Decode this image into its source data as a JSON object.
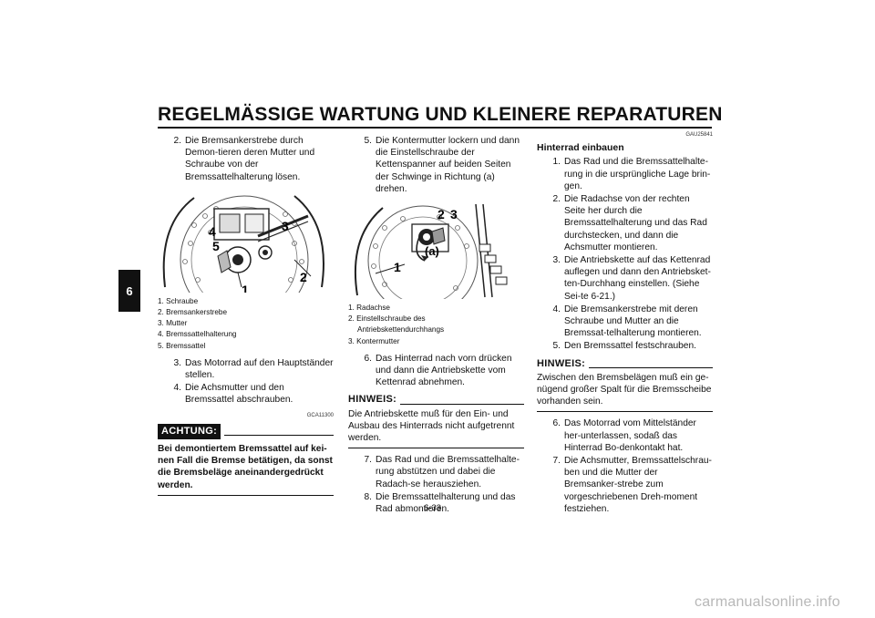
{
  "header": {
    "title": "REGELMÄSSIGE WARTUNG UND KLEINERE REPARATUREN"
  },
  "chapter_tab": "6",
  "page_number": "6-33",
  "col1": {
    "steps_top": [
      {
        "num": "2.",
        "text": "Die Bremsankerstrebe durch Demon-tieren deren Mutter und Schraube von der Bremssattelhalterung lösen."
      }
    ],
    "figure_labels": {
      "l1": "1",
      "l2": "2",
      "l3": "3",
      "l4": "4",
      "l5": "5"
    },
    "caption": [
      "1. Schraube",
      "2. Bremsankerstrebe",
      "3. Mutter",
      "4. Bremssattelhalterung",
      "5. Bremssattel"
    ],
    "steps_bottom": [
      {
        "num": "3.",
        "text": "Das Motorrad auf den Hauptständer stellen."
      },
      {
        "num": "4.",
        "text": "Die Achsmutter und den Bremssattel abschrauben."
      }
    ],
    "notice_code": "GCA11300",
    "achtung_label": "ACHTUNG:",
    "warning_text": "Bei demontiertem Bremssattel auf kei-nen Fall die Bremse betätigen, da sonst die Bremsbeläge aneinandergedrückt werden."
  },
  "col2": {
    "steps_top": [
      {
        "num": "5.",
        "text": "Die Kontermutter lockern und dann die Einstellschraube der Kettenspanner auf beiden Seiten der Schwinge in Richtung (a) drehen."
      }
    ],
    "figure_labels": {
      "l1": "1",
      "l2": "2",
      "l3": "3",
      "la": "(a)"
    },
    "caption": [
      "1. Radachse",
      "2. Einstellschraube des",
      "Antriebskettendurchhangs",
      "3. Kontermutter"
    ],
    "steps_mid": [
      {
        "num": "6.",
        "text": "Das Hinterrad nach vorn drücken und dann die Antriebskette vom Kettenrad abnehmen."
      }
    ],
    "hinweis_label": "HINWEIS:",
    "hinweis_text": "Die Antriebskette muß für den Ein- und Ausbau des Hinterrads nicht aufgetrennt werden.",
    "steps_bottom": [
      {
        "num": "7.",
        "text": "Das Rad und die Bremssattelhalte-rung abstützen und dabei die Radach-se herausziehen."
      },
      {
        "num": "8.",
        "text": "Die Bremssattelhalterung und das Rad abmontieren."
      }
    ]
  },
  "col3": {
    "section_code": "GAU25841",
    "section_title": "Hinterrad einbauen",
    "steps_top": [
      {
        "num": "1.",
        "text": "Das Rad und die Bremssattelhalte-rung in die ursprüngliche Lage brin-gen."
      },
      {
        "num": "2.",
        "text": "Die Radachse von der rechten Seite her durch die Bremssattelhalterung und das Rad durchstecken, und dann die Achsmutter montieren."
      },
      {
        "num": "3.",
        "text": "Die Antriebskette auf das Kettenrad auflegen und dann den Antriebsket-ten-Durchhang einstellen. (Siehe Sei-te 6-21.)"
      },
      {
        "num": "4.",
        "text": "Die Bremsankerstrebe mit deren Schraube und Mutter an die Bremssat-telhalterung montieren."
      },
      {
        "num": "5.",
        "text": "Den Bremssattel festschrauben."
      }
    ],
    "hinweis_label": "HINWEIS:",
    "hinweis_text": "Zwischen den Bremsbelägen muß ein ge-nügend großer Spalt für die Bremsscheibe vorhanden sein.",
    "steps_bottom": [
      {
        "num": "6.",
        "text": "Das Motorrad vom Mittelständer her-unterlassen, sodaß das Hinterrad Bo-denkontakt hat."
      },
      {
        "num": "7.",
        "text": "Die Achsmutter, Bremssattelschrau-ben und die Mutter der Bremsanker-strebe zum vorgeschriebenen Dreh-moment festziehen."
      }
    ]
  },
  "watermark": "carmanualsonline.info"
}
